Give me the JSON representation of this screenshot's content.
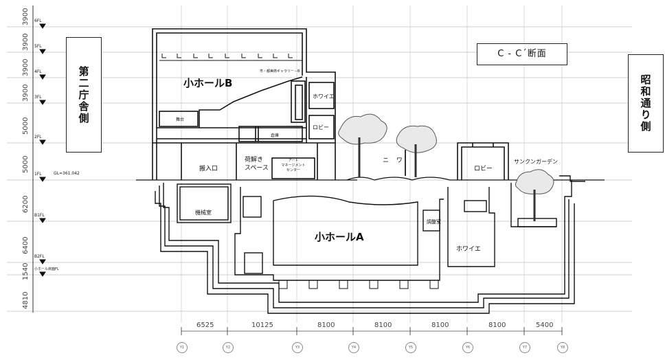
{
  "title": "C - C´断面",
  "side_labels": {
    "left": "第二庁舎側",
    "right": "昭和通り側"
  },
  "halls": {
    "hall_b": "小ホールB",
    "hall_a": "小ホールA"
  },
  "floor_levels": [
    "6FL",
    "5FL",
    "4FL",
    "3FL",
    "2FL",
    "1FL",
    "B1FL",
    "B2FL",
    "小ホール床面FL"
  ],
  "ground_level": "GL=361.042",
  "story_heights": [
    "3900",
    "3900",
    "3900",
    "3900",
    "5000",
    "5000",
    "6200",
    "6400",
    "1540",
    "4810"
  ],
  "rooms": {
    "gallery": "市・都美術ギャラリー－B",
    "foyer_upper": "ホワイエ",
    "lobby_upper": "ロビー",
    "entrance": "搬入口",
    "waiting_space": "荷解き\nスペース",
    "arts_center": "アート\nマネージメント\nセンター",
    "garden": "ニ ワ",
    "lobby_east": "ロビー",
    "sunken_garden": "サンクンガーデン",
    "machine_room": "機械室",
    "control_room": "調整室",
    "foyer_lower": "ホワイエ",
    "stage_b": "舞台",
    "storage_b": "倉庫"
  },
  "spans": [
    "6525",
    "10125",
    "8100",
    "8100",
    "8100",
    "8100",
    "5400"
  ],
  "grid_axes": [
    "Y1",
    "Y2",
    "Y3",
    "Y4",
    "Y5",
    "Y6",
    "Y7",
    "Y8"
  ]
}
